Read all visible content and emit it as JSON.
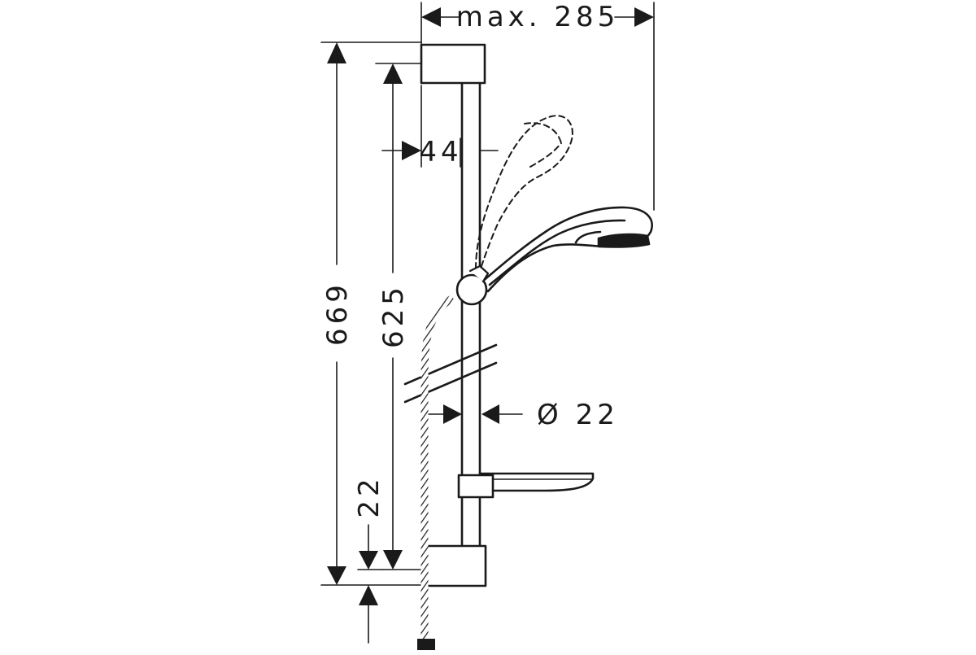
{
  "diagram": {
    "stroke_color": "#1a1a1a",
    "background_color": "#ffffff",
    "dimensions": {
      "max_reach": "max. 285",
      "rail_offset": "44",
      "total_height": "669",
      "rail_length": "625",
      "rail_diameter": "Ø 22",
      "bottom_offset": "22"
    }
  }
}
